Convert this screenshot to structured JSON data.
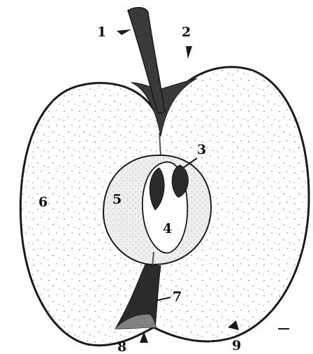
{
  "diagram": {
    "colors": {
      "ink": "#1a1a1a",
      "flesh": "#ffffff",
      "dot": "#8a8a8a",
      "core": "#e9e9e9",
      "dark": "#2b2b2b",
      "stem": "#3a3a3a"
    },
    "labels": [
      {
        "id": "1",
        "text": "1"
      },
      {
        "id": "2",
        "text": "2"
      },
      {
        "id": "3",
        "text": "3"
      },
      {
        "id": "4",
        "text": "4"
      },
      {
        "id": "5",
        "text": "5"
      },
      {
        "id": "6",
        "text": "6"
      },
      {
        "id": "7",
        "text": "7"
      },
      {
        "id": "8",
        "text": "8"
      },
      {
        "id": "9",
        "text": "9"
      }
    ]
  }
}
